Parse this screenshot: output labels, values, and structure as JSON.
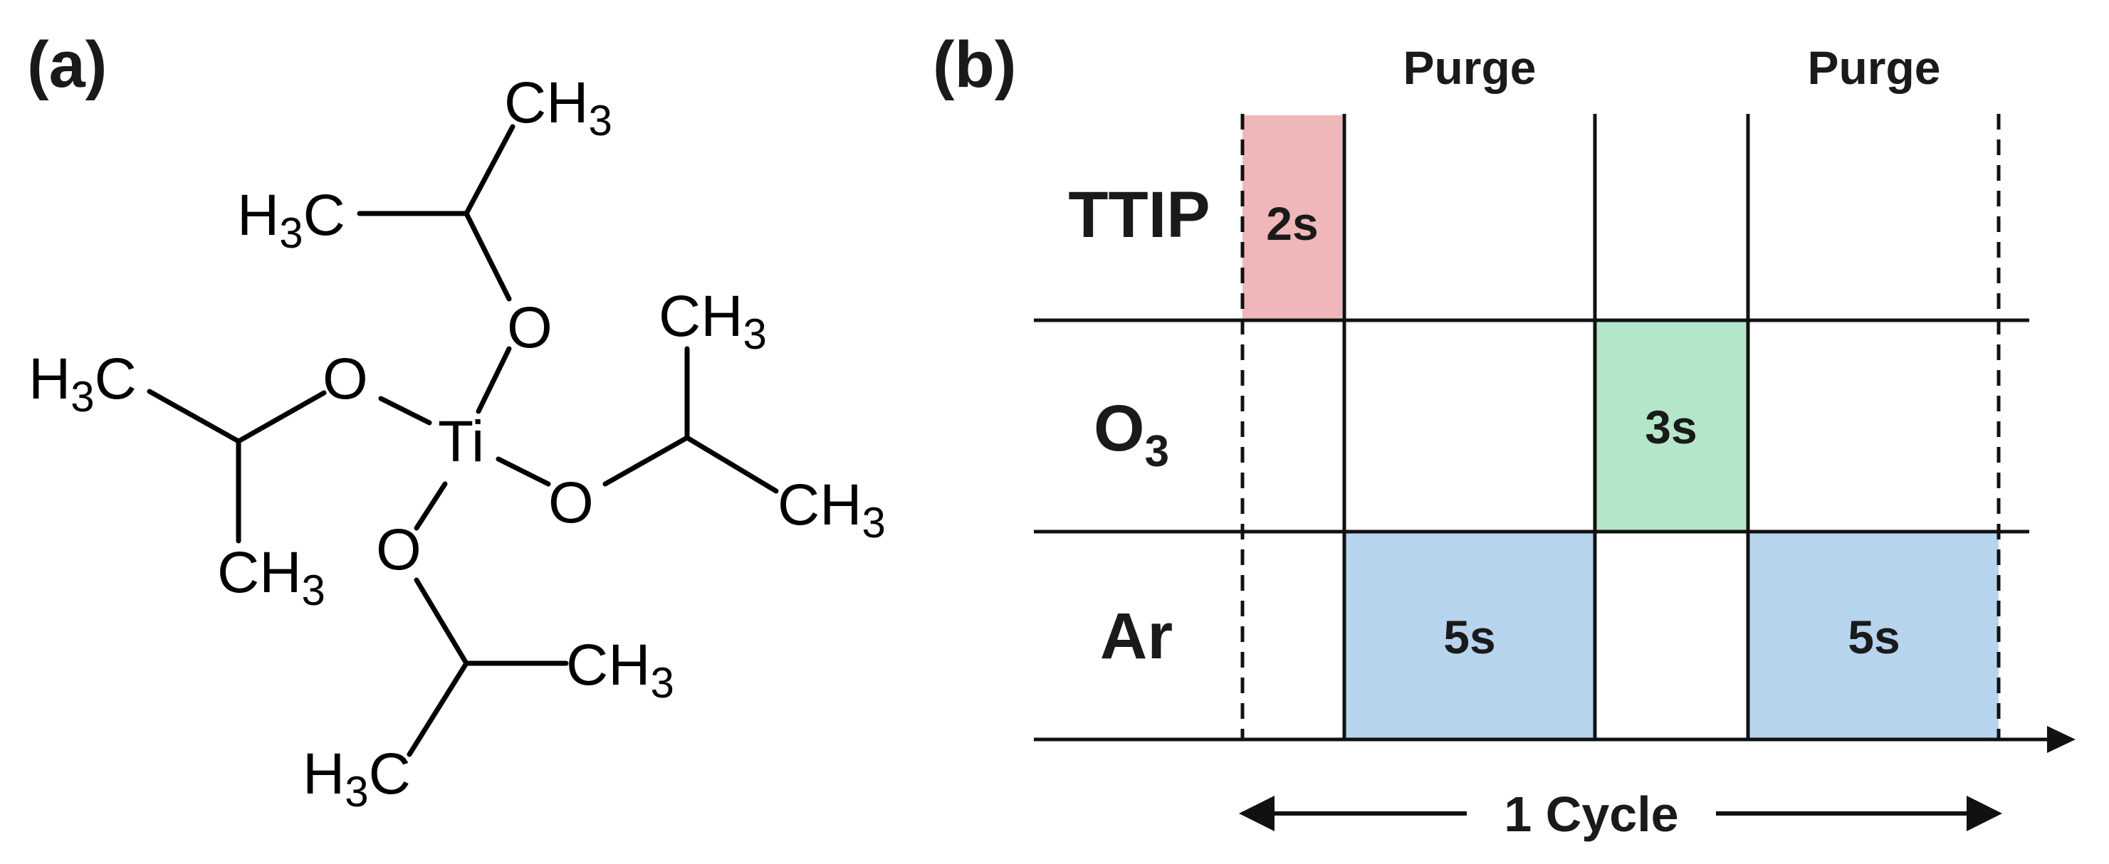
{
  "panel_a": {
    "label": "(a)",
    "center_atom": "Ti",
    "oxygen": "O",
    "methyl_prefix": "CH",
    "methyl_prefix_left": "H",
    "methyl_suffix_left": "C",
    "subscript": "3"
  },
  "panel_b": {
    "label": "(b)",
    "purge_labels": [
      "Purge",
      "Purge"
    ],
    "rows": [
      "TTIP",
      "O",
      "Ar"
    ],
    "o3_subscript": "3",
    "pulses": {
      "ttip": "2s",
      "o3": "3s",
      "ar_1": "5s",
      "ar_2": "5s"
    },
    "cycle_label": "1 Cycle",
    "colors": {
      "ttip_fill": "#efb7b9",
      "ttip_text": "#c0161c",
      "o3_fill": "#b4e6c9",
      "o3_text": "#4e8a34",
      "ar_fill": "#b6d4ee",
      "ar_text": "#2b4f9a"
    }
  }
}
